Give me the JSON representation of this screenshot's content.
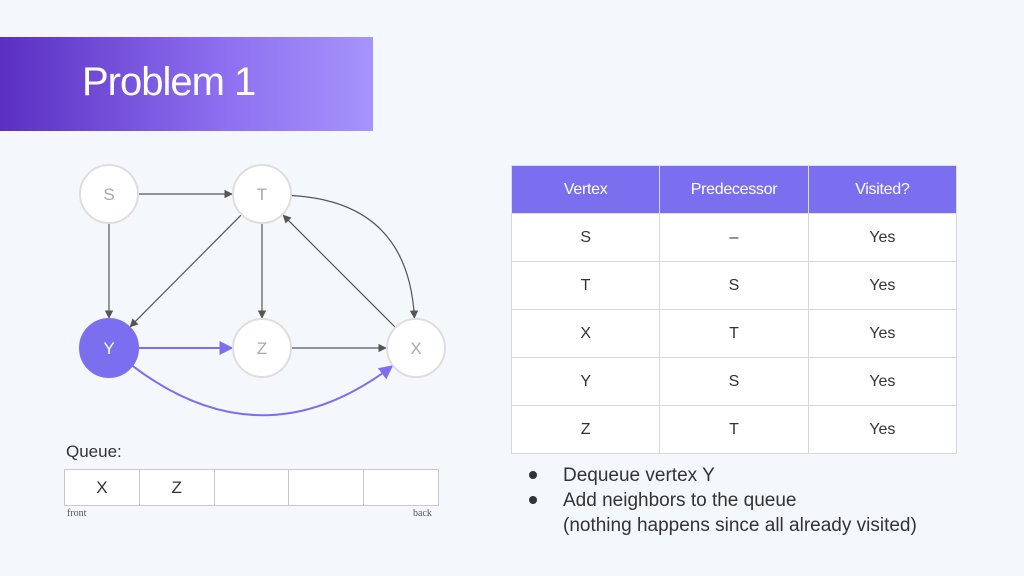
{
  "slide": {
    "title": "Problem 1"
  },
  "graph": {
    "nodes": [
      {
        "id": "S",
        "label": "S",
        "visited": false
      },
      {
        "id": "T",
        "label": "T",
        "visited": false
      },
      {
        "id": "Y",
        "label": "Y",
        "visited": true
      },
      {
        "id": "Z",
        "label": "Z",
        "visited": false
      },
      {
        "id": "X",
        "label": "X",
        "visited": false
      }
    ],
    "edges": [
      {
        "from": "S",
        "to": "T",
        "highlighted": false
      },
      {
        "from": "S",
        "to": "Y",
        "highlighted": false
      },
      {
        "from": "T",
        "to": "Y",
        "highlighted": false
      },
      {
        "from": "T",
        "to": "Z",
        "highlighted": false
      },
      {
        "from": "T",
        "to": "X",
        "highlighted": false
      },
      {
        "from": "X",
        "to": "T",
        "highlighted": false
      },
      {
        "from": "Z",
        "to": "X",
        "highlighted": false
      },
      {
        "from": "Y",
        "to": "Z",
        "highlighted": true
      },
      {
        "from": "Y",
        "to": "X",
        "highlighted": true
      }
    ],
    "colors": {
      "active": "#7b6ff0",
      "node_border": "#dedede",
      "edge": "#555555"
    }
  },
  "queue": {
    "label": "Queue:",
    "cells": [
      "X",
      "Z",
      "",
      "",
      ""
    ],
    "front_label": "front",
    "back_label": "back"
  },
  "table": {
    "headers": [
      "Vertex",
      "Predecessor",
      "Visited?"
    ],
    "rows": [
      [
        "S",
        "–",
        "Yes"
      ],
      [
        "T",
        "S",
        "Yes"
      ],
      [
        "X",
        "T",
        "Yes"
      ],
      [
        "Y",
        "S",
        "Yes"
      ],
      [
        "Z",
        "T",
        "Yes"
      ]
    ],
    "header_color": "#7b6ff0"
  },
  "bullets": [
    {
      "text": "Dequeue vertex Y",
      "sub": ""
    },
    {
      "text": "Add neighbors to the queue",
      "sub": "(nothing happens since all already visited)"
    }
  ]
}
